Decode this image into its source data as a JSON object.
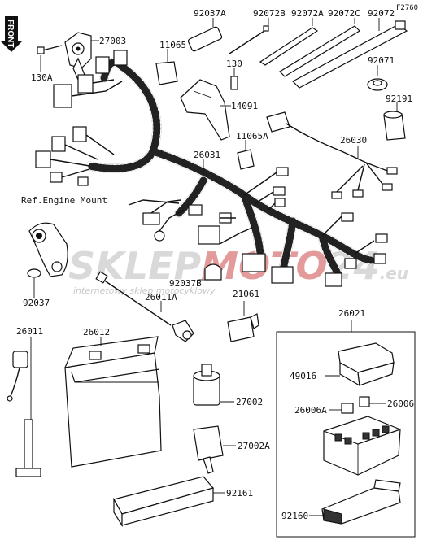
{
  "figure_code": "F2760",
  "front_arrow_text": "FRONT",
  "ref_text": "Ref.Engine Mount",
  "watermark": {
    "brand_a": "SKLEP",
    "brand_b": "MOTO",
    "brand_c": "24",
    "brand_d": ".eu",
    "tagline": "internetowy sklep motocyklowy"
  },
  "labels": {
    "p27003": "27003",
    "p130A": "130A",
    "p92037A": "92037A",
    "p92072B": "92072B",
    "p92072A": "92072A",
    "p92072C": "92072C",
    "p92072": "92072",
    "p11065": "11065",
    "p130": "130",
    "p92071": "92071",
    "p14091": "14091",
    "p92191": "92191",
    "p11065A": "11065A",
    "p26030": "26030",
    "p26031": "26031",
    "p92037": "92037",
    "p92037B": "92037B",
    "p26011A": "26011A",
    "p21061": "21061",
    "p26021": "26021",
    "p26011": "26011",
    "p26012": "26012",
    "p49016": "49016",
    "p27002": "27002",
    "p26006A": "26006A",
    "p26006": "26006",
    "p27002A": "27002A",
    "p92161": "92161",
    "p92160": "92160"
  }
}
